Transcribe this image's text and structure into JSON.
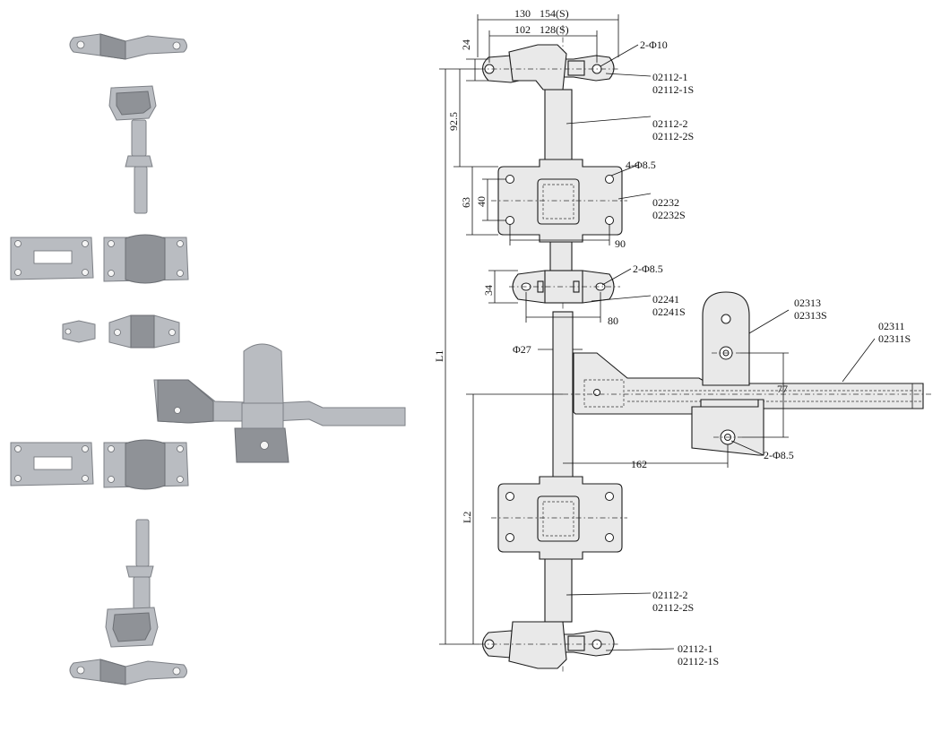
{
  "colors": {
    "line": "#1a1a1a",
    "part_fill": "#e9e9e9",
    "part3d_fill": "#b9bcc1",
    "part3d_shadow": "#8f9297",
    "background": "#ffffff"
  },
  "dimensions": {
    "top_130": "130",
    "top_154s": "154(S)",
    "top_102": "102",
    "top_128s": "128(S)",
    "d24": "24",
    "d92_5": "92.5",
    "d63": "63",
    "d40": "40",
    "d90": "90",
    "d34": "34",
    "d80": "80",
    "phi27": "Φ27",
    "L1": "L1",
    "L2": "L2",
    "d162": "162",
    "d77": "77"
  },
  "hole_callouts": {
    "top_holes": "2-Φ10",
    "plate_holes": "4-Φ8.5",
    "guide_holes": "2-Φ8.5",
    "keeper_holes": "2-Φ8.5"
  },
  "part_labels": {
    "cam_top_a": "02112-1",
    "cam_top_b": "02112-1S",
    "rod_top_a": "02112-2",
    "rod_top_b": "02112-2S",
    "bracket_a": "02232",
    "bracket_b": "02232S",
    "guide_a": "02241",
    "guide_b": "02241S",
    "keeper_a": "02313",
    "keeper_b": "02313S",
    "handle_a": "02311",
    "handle_b": "02311S",
    "rod_bot_a": "02112-2",
    "rod_bot_b": "02112-2S",
    "cam_bot_a": "02112-1",
    "cam_bot_b": "02112-1S"
  }
}
